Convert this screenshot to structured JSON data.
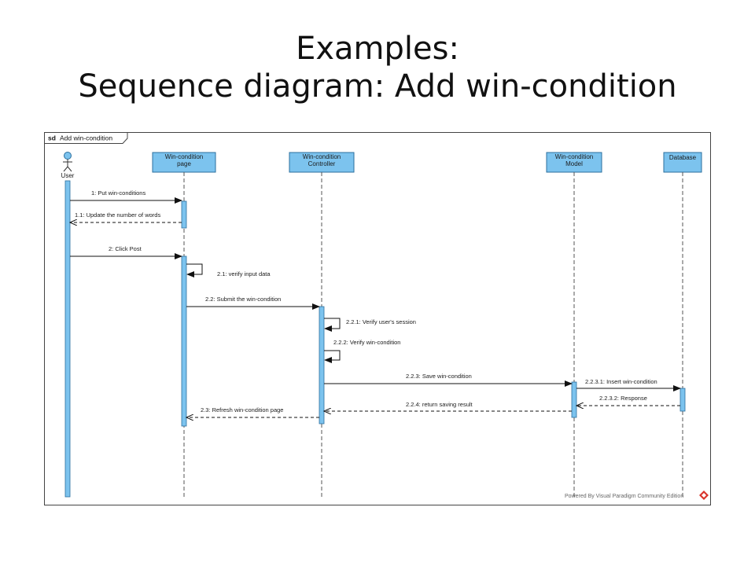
{
  "slide": {
    "title": "Examples:",
    "subtitle": "Sequence diagram: Add win-condition"
  },
  "diagram": {
    "frame": {
      "keyword": "sd",
      "name": "Add win-condition"
    },
    "lifelines": [
      {
        "id": "user",
        "label_lines": [
          "User"
        ],
        "kind": "actor"
      },
      {
        "id": "page",
        "label_lines": [
          "Win-condition",
          "page"
        ],
        "kind": "object"
      },
      {
        "id": "controller",
        "label_lines": [
          "Win-condition",
          "Controller"
        ],
        "kind": "object"
      },
      {
        "id": "model",
        "label_lines": [
          "Win-condition",
          "Model"
        ],
        "kind": "object"
      },
      {
        "id": "database",
        "label_lines": [
          "Database"
        ],
        "kind": "object"
      }
    ],
    "messages": [
      {
        "num": "1",
        "label": "1: Put win-conditions",
        "from": "user",
        "to": "page",
        "type": "sync"
      },
      {
        "num": "1.1",
        "label": "1.1: Update the number of words",
        "from": "page",
        "to": "user",
        "type": "return"
      },
      {
        "num": "2",
        "label": "2: Click Post",
        "from": "user",
        "to": "page",
        "type": "sync"
      },
      {
        "num": "2.1",
        "label": "2.1: verify input data",
        "from": "page",
        "to": "page",
        "type": "self"
      },
      {
        "num": "2.2",
        "label": "2.2: Submit the win-condition",
        "from": "page",
        "to": "controller",
        "type": "sync"
      },
      {
        "num": "2.2.1",
        "label": "2.2.1: Verify user's session",
        "from": "controller",
        "to": "controller",
        "type": "self"
      },
      {
        "num": "2.2.2",
        "label": "2.2.2: Verify win-condition",
        "from": "controller",
        "to": "controller",
        "type": "self"
      },
      {
        "num": "2.2.3",
        "label": "2.2.3: Save win-condition",
        "from": "controller",
        "to": "model",
        "type": "sync"
      },
      {
        "num": "2.2.3.1",
        "label": "2.2.3.1: Insert win-condition",
        "from": "model",
        "to": "database",
        "type": "sync"
      },
      {
        "num": "2.2.3.2",
        "label": "2.2.3.2: Response",
        "from": "database",
        "to": "model",
        "type": "return"
      },
      {
        "num": "2.2.4",
        "label": "2.2.4: return saving result",
        "from": "model",
        "to": "controller",
        "type": "return"
      },
      {
        "num": "2.3",
        "label": "2.3: Refresh  win-condition page",
        "from": "controller",
        "to": "page",
        "type": "return"
      }
    ],
    "footer": "Powered By Visual Paradigm Community Edition",
    "colors": {
      "lifeline_fill": "#7cc3ee",
      "lifeline_stroke": "#2b6f9e",
      "activation_fill": "#7cc3ee",
      "frame_stroke": "#444444",
      "footer_logo": "#d9342b"
    }
  }
}
